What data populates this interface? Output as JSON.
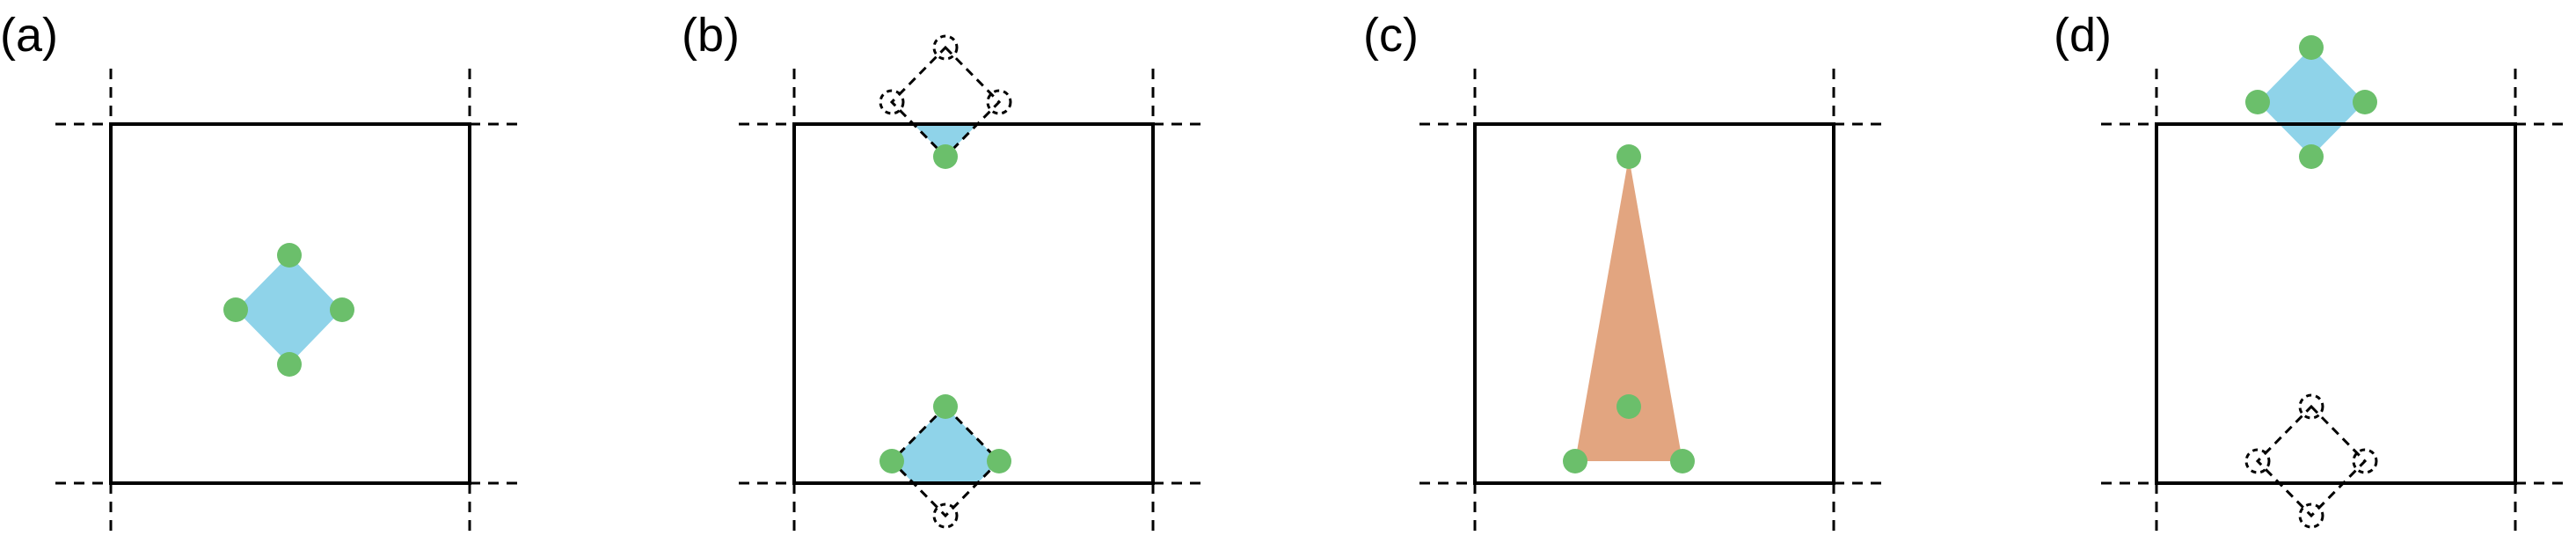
{
  "colors": {
    "line": "#000000",
    "diamond_fill": "#8fd3e9",
    "triangle_fill": "#e2a580",
    "vertex": "#6bbf6b",
    "background": "#ffffff"
  },
  "panels": [
    {
      "id": "a",
      "label": "(a)"
    },
    {
      "id": "b",
      "label": "(b)"
    },
    {
      "id": "c",
      "label": "(c)"
    },
    {
      "id": "d",
      "label": "(d)"
    }
  ]
}
